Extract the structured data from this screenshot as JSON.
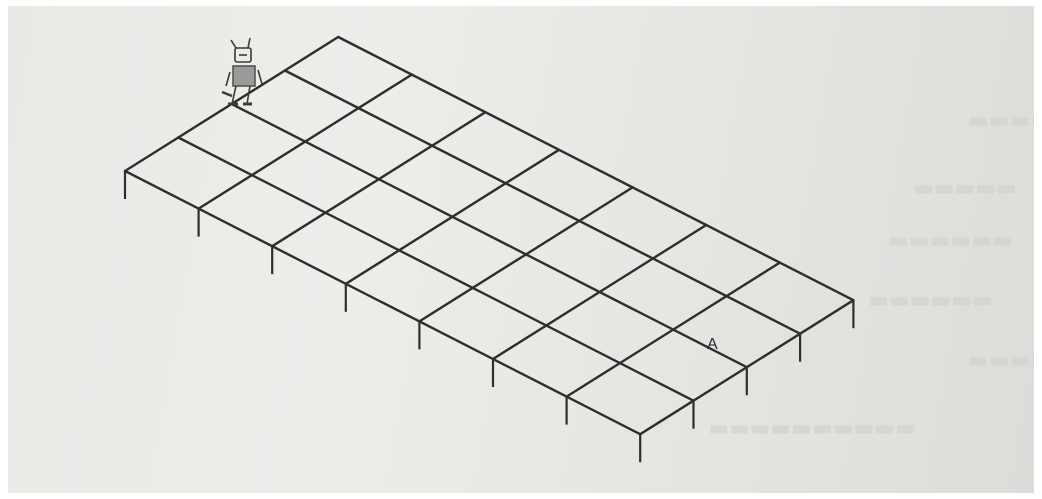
{
  "diagram": {
    "point_label": "A",
    "grid_columns": 7,
    "grid_rows": 4,
    "line_color": "#2e2e2e"
  }
}
